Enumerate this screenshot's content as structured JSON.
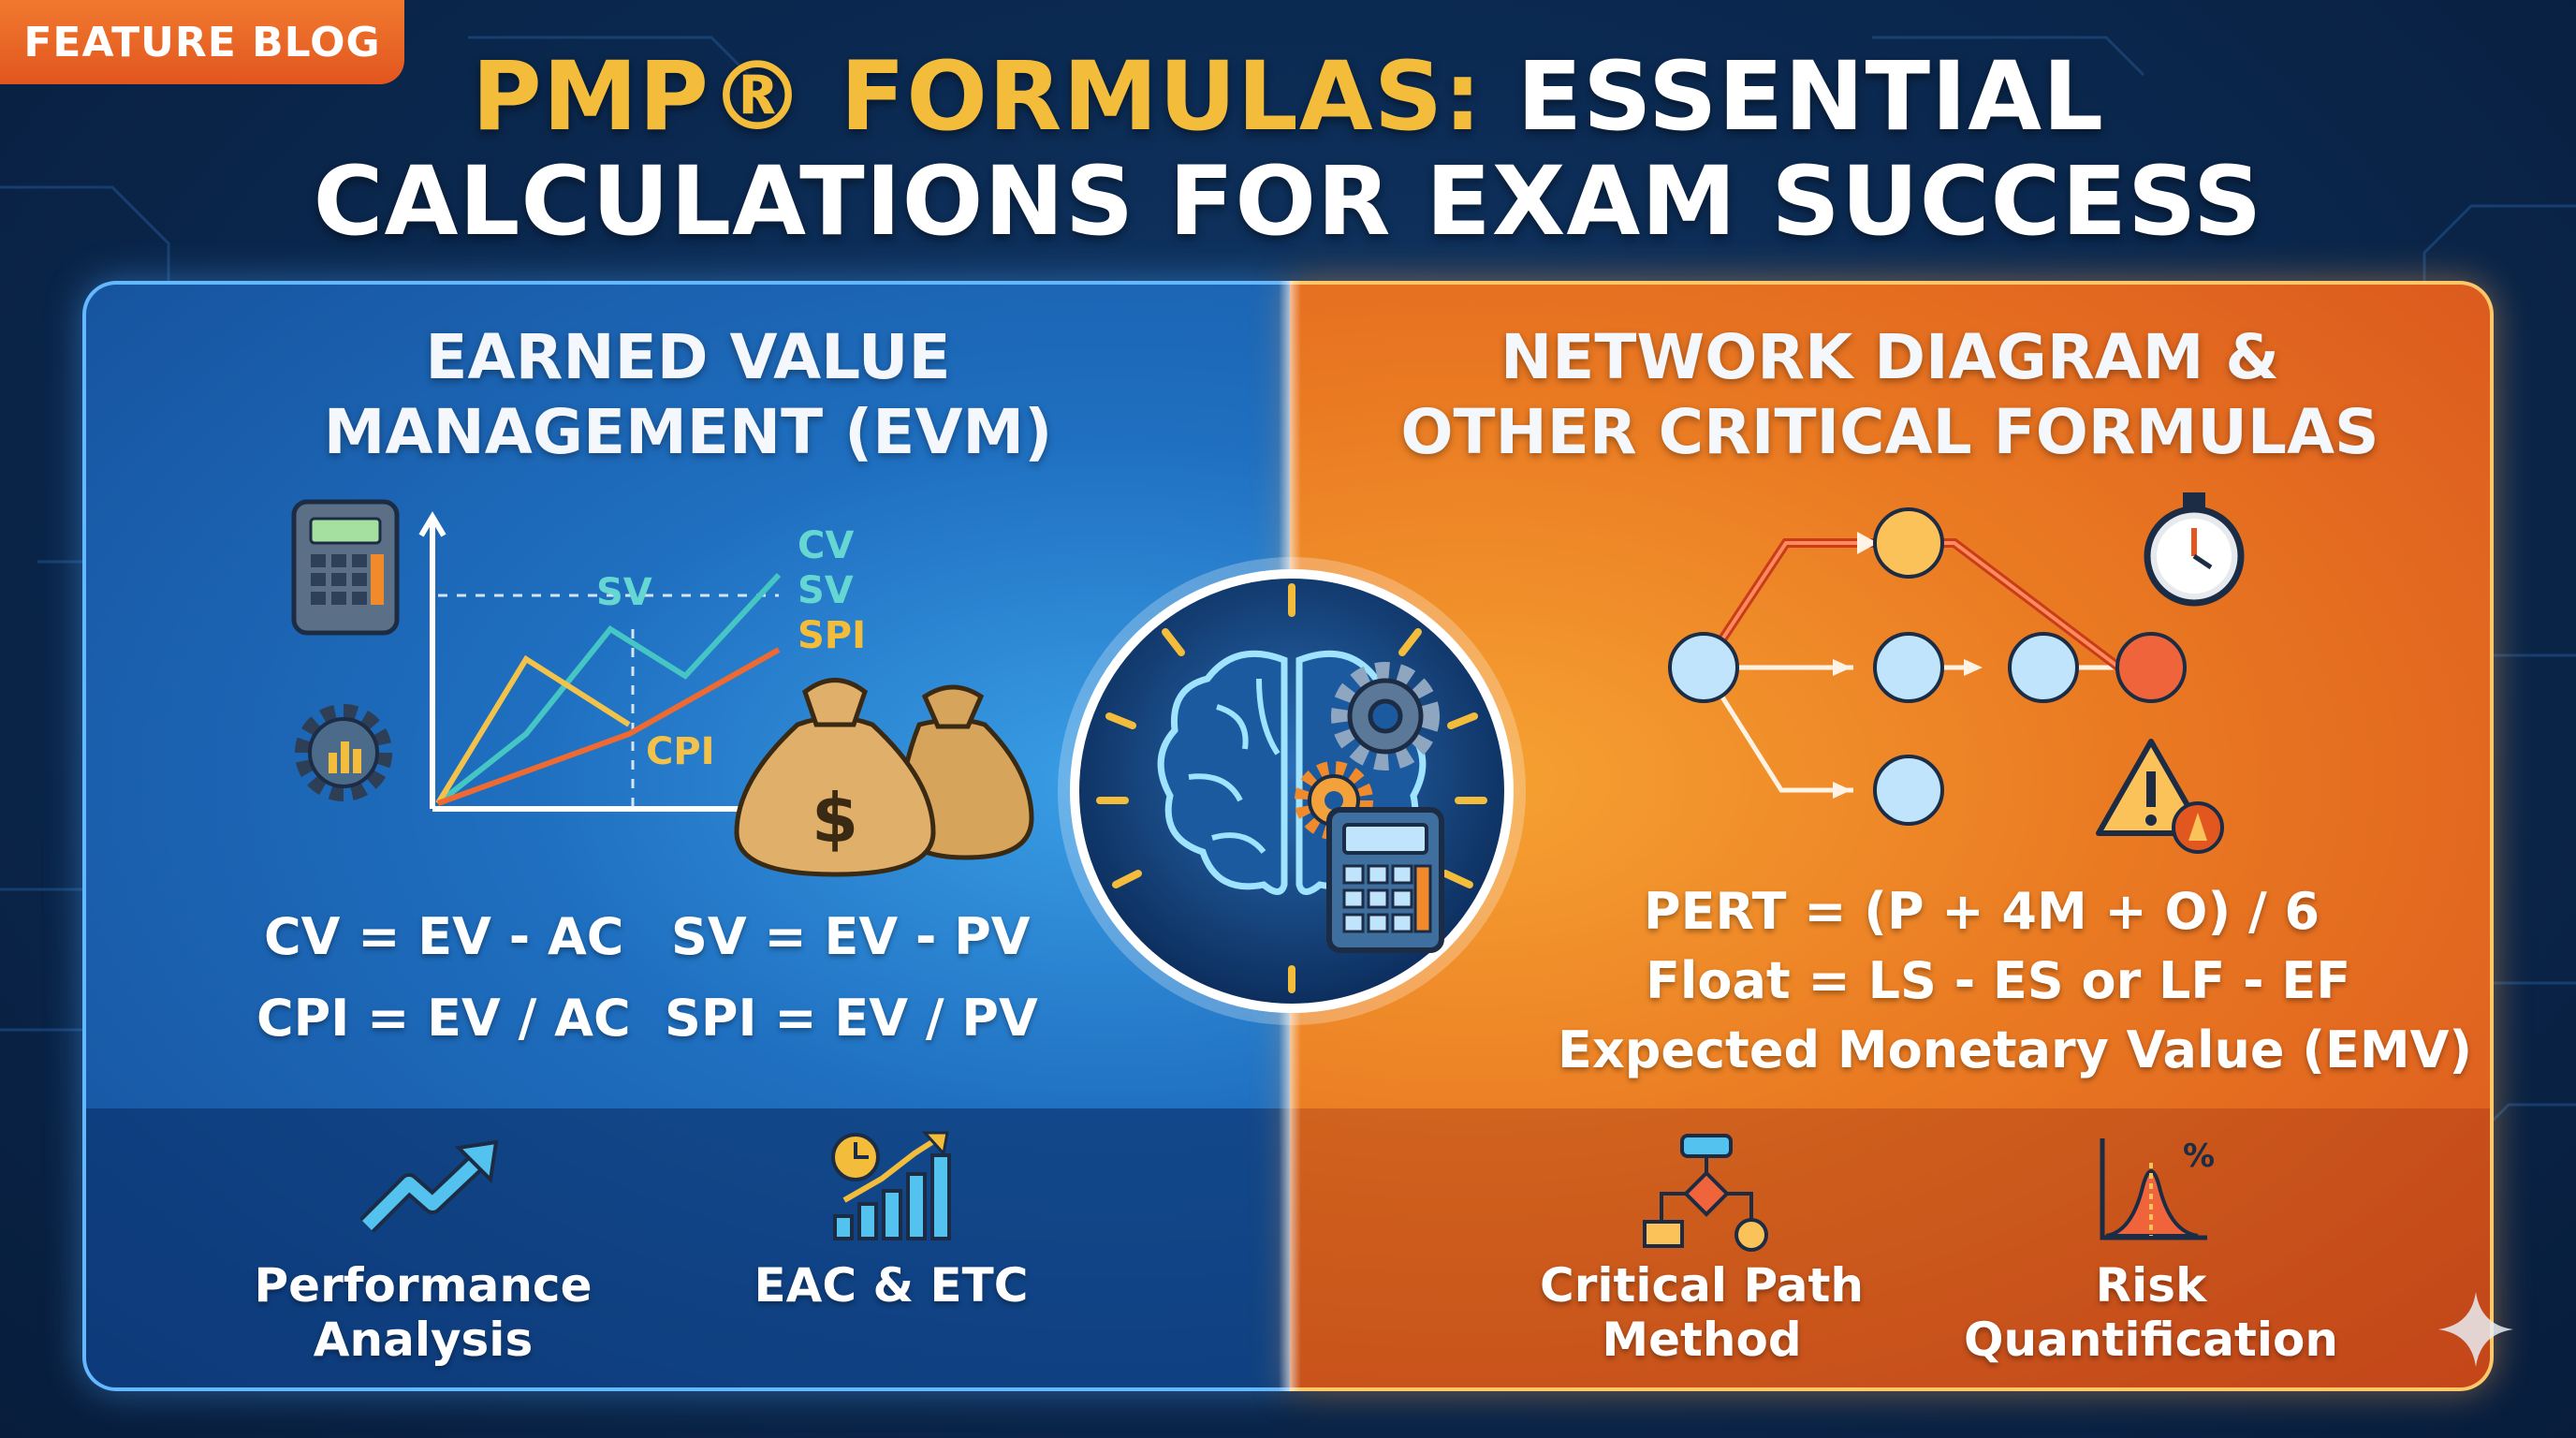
{
  "badge": "FEATURE BLOG",
  "title": {
    "part1_gold": "PMP® FORMULAS:",
    "part1_white": " ESSENTIAL",
    "line2": "CALCULATIONS FOR EXAM SUCCESS"
  },
  "colors": {
    "background": "#0b2a52",
    "gold": "#f3bd3b",
    "badge": "#e8672a",
    "left_panel": "#1f6fc0",
    "right_panel": "#ea7a22"
  },
  "left_panel": {
    "heading_line1": "EARNED VALUE",
    "heading_line2": "MANAGEMENT (EVM)",
    "graph_labels": {
      "cv": "CV",
      "sv_top": "SV",
      "sv_mid": "SV",
      "spi": "SPI",
      "cpi": "CPI",
      "dollar": "$"
    },
    "formulas": {
      "cv": "CV = EV - AC",
      "sv": "SV = EV - PV",
      "cpi": "CPI = EV / AC",
      "spi": "SPI = EV / PV"
    },
    "features": [
      {
        "line1": "Performance",
        "line2": "Analysis",
        "icon": "trend-arrow-icon"
      },
      {
        "line1": "EAC & ETC",
        "line2": "",
        "icon": "bar-growth-icon"
      }
    ]
  },
  "right_panel": {
    "heading_line1": "NETWORK DIAGRAM &",
    "heading_line2": "OTHER CRITICAL FORMULAS",
    "formulas": {
      "pert": "PERT = (P + 4M + O) / 6",
      "float": "Float = LS - ES or LF - EF",
      "emv": "Expected Monetary Value (EMV)"
    },
    "features": [
      {
        "line1": "Critical Path",
        "line2": "Method",
        "icon": "flowchart-icon"
      },
      {
        "line1": "Risk",
        "line2": "Quantification",
        "icon": "bell-curve-icon"
      }
    ]
  },
  "center": {
    "icon": "brain-gear-calculator-icon"
  }
}
